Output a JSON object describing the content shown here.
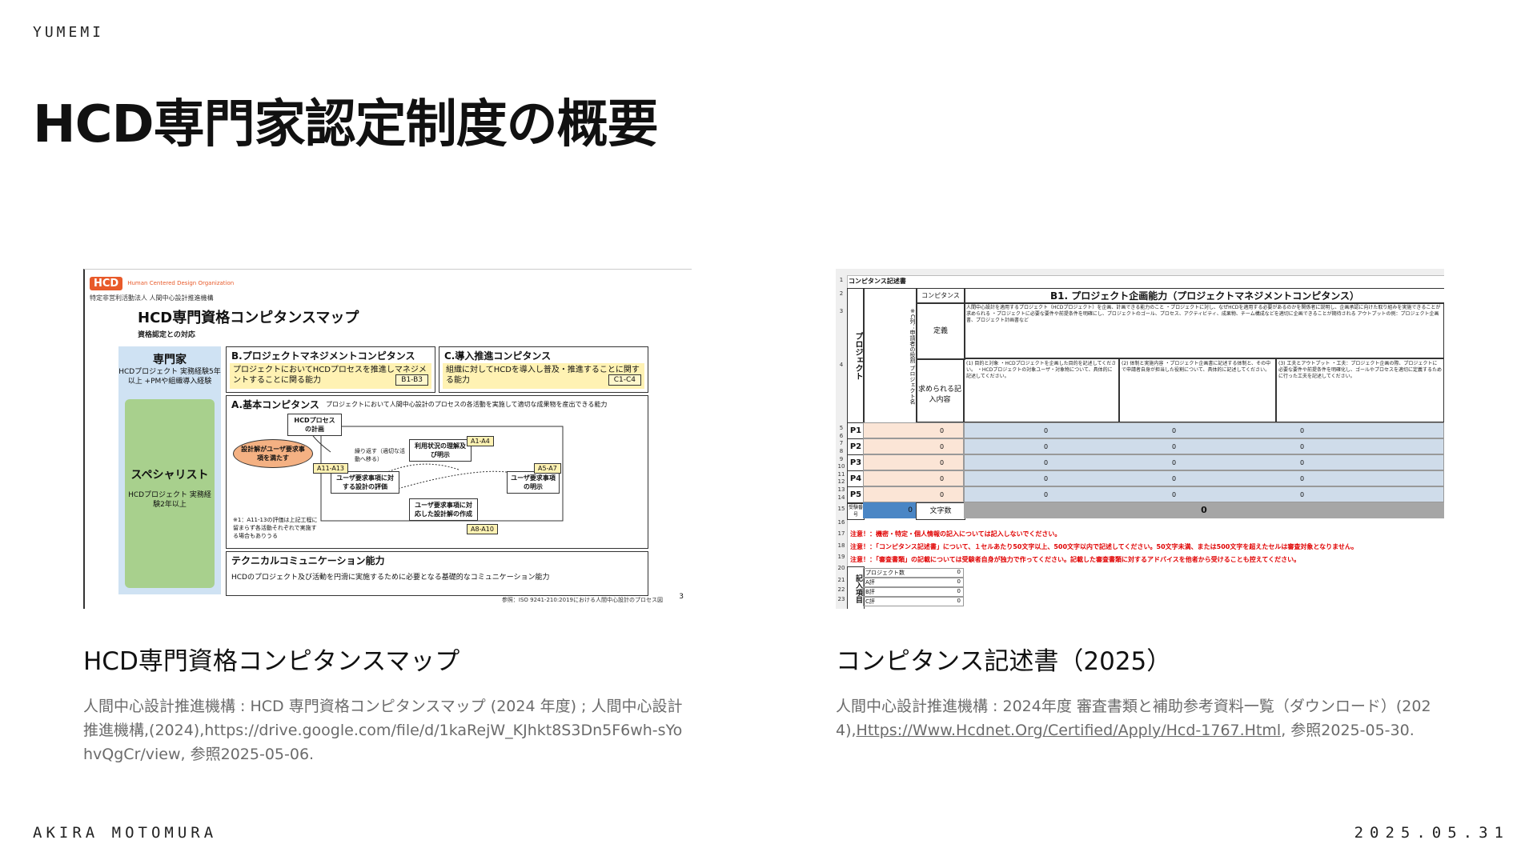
{
  "header": {
    "brand": "YUMEMI"
  },
  "page": {
    "title": "HCD専門家認定制度の概要"
  },
  "footer": {
    "author": "AKIRA MOTOMURA",
    "date": "2025.05.31"
  },
  "cards": [
    {
      "title": "HCD専門資格コンピタンスマップ",
      "citation": "人間中心設計推進機構 : HCD 専門資格コンピタンスマップ (2024 年度) ; 人間中心設計推進機構,(2024),https://drive.google.com/file/d/1kaRejW_KJhkt8S3Dn5F6wh-sYohvQgCr/view, 参照2025-05-06.",
      "thumbnail": {
        "logo": "HCD",
        "logo_sub": "Human Centered Design Organization",
        "org": "特定非営利活動法人 人間中心設計推進機構",
        "title": "HCD専門資格コンピタンスマップ",
        "subtitle": "資格認定との対応",
        "expert": {
          "title": "専門家",
          "note": "HCDプロジェクト 実務経験5年以上 +PMや組織導入経験"
        },
        "specialist": {
          "title": "スペシャリスト",
          "note": "HCDプロジェクト 実務経験2年以上"
        },
        "box_b": {
          "heading": "B.プロジェクトマネジメントコンピタンス",
          "body": "プロジェクトにおいてHCDプロセスを推進しマネジメントすることに関る能力",
          "code": "B1-B3"
        },
        "box_c": {
          "heading": "C.導入推進コンピタンス",
          "body": "組織に対してHCDを導入し普及・推進することに関する能力",
          "code": "C1-C4"
        },
        "box_a": {
          "heading": "A.基本コンピタンス",
          "desc": "プロジェクトにおいて人間中心設計のプロセスの各活動を実施して適切な成果物を産出できる能力",
          "plan": "HCDプロセスの計画",
          "usage": "利用状況の理解及び明示",
          "satisfy": "設計解がユーザ要求事項を満たす",
          "eval": "ユーザ要求事項に対する設計の評価",
          "req": "ユーザ要求事項の明示",
          "design": "ユーザ要求事項に対応した設計解の作成",
          "loop": "繰り返す（適切な活動へ移る）",
          "tag_a1": "A1-A4",
          "tag_a11": "A11-A13",
          "tag_a5": "A5-A7",
          "tag_a8": "A8-A10",
          "note": "※1：A11-13の評価は上記工程に留まらず各活動それぞれで実施する場合もありうる"
        },
        "box_t": {
          "heading": "テクニカルコミュニケーション能力",
          "body": "HCDのプロジェクト及び活動を円滑に実施するために必要となる基礎的なコミュニケーション能力"
        },
        "ref": "参照：ISO 9241-210:2019における人間中心設計のプロセス図",
        "page": "3"
      }
    },
    {
      "title": "コンピタンス記述書（2025）",
      "citation_text": "人間中心設計推進機構 : 2024年度 審査書類と補助参考資料一覧（ダウンロード）(2024),",
      "citation_link": "Https://Www.Hcdnet.Org/Certified/Apply/Hcd-1767.Html",
      "citation_tail": ", 参照2025-05-30.",
      "thumbnail": {
        "sheet_title": "コンピタンス記述書",
        "section": "B1. プロジェクト企画能力（プロジェクトマネジメントコンピタンス）",
        "competence_label": "コンピタンス",
        "definition_label": "定義",
        "definition_body": "人間中心設計を適用するプロジェクト（HCDプロジェクト）を企画、計画できる能力のこと ・プロジェクトに対し、なぜHCDを適用する必要があるのかを関係者に説明し、企画承認に向けた取り組みを実施できることが求められる ・プロジェクトに必要な要件や前提条件を明確にし、プロジェクトのゴール、プロセス、アクティビティ、成果物、チーム構成などを適切に企画できることが期待される アウトプットの例：プロジェクト企画書、プロジェクト計画書など",
        "required_label": "求められる記入内容",
        "required_cols": [
          "(1) 目的と対象 ・HCDプロジェクトを企画した目的を記述してください。 ・HCDプロジェクトの対象ユーザ・対象物について、具体的に記述してください。",
          "(2) 体制と実施内容 ・プロジェクト企画書に記述する体制と、その中で申請者自身が担当した役割について、具体的に記述してください。",
          "(3) 工夫とアウトプット ・工夫：プロジェクト企画の際、プロジェクトに必要な要件や前提条件を明確化し、ゴールやプロセスを適切に定義するために行った工夫を記述してください。"
        ],
        "project_label": "プロジェクト",
        "project_name_label": "※C列：申請者の役割 プロジェクト名",
        "rows": [
          "P1",
          "P2",
          "P3",
          "P4",
          "P5"
        ],
        "zero": "0",
        "total_label": "受験番号",
        "total_value": "0",
        "char_count_label": "文字数",
        "total_chars": "0",
        "warnings": [
          "注意！：機密・特定・個人情報の記入については記入しないでください。",
          "注意！：「コンピタンス記述書」について、１セルあたり50文字以上、500文字以内で記述してください。50文字未満、または500文字を超えたセルは審査対象となりません。",
          "注意！：「審査書類」の記載については受験者自身が独力で作ってください。記載した審査書類に対するアドバイスを他者から受けることも控えてください。"
        ],
        "entry_label": "記入項目",
        "entry_rows": [
          {
            "label": "プロジェクト数",
            "value": "0"
          },
          {
            "label": "A評",
            "value": "0"
          },
          {
            "label": "B評",
            "value": "0"
          },
          {
            "label": "C評",
            "value": "0"
          }
        ],
        "row_numbers": [
          "1",
          "2",
          "3",
          "4",
          "5",
          "6",
          "7",
          "8",
          "9",
          "10",
          "11",
          "12",
          "13",
          "14",
          "15",
          "16",
          "17",
          "18",
          "19",
          "20",
          "21",
          "22",
          "23"
        ]
      }
    }
  ]
}
